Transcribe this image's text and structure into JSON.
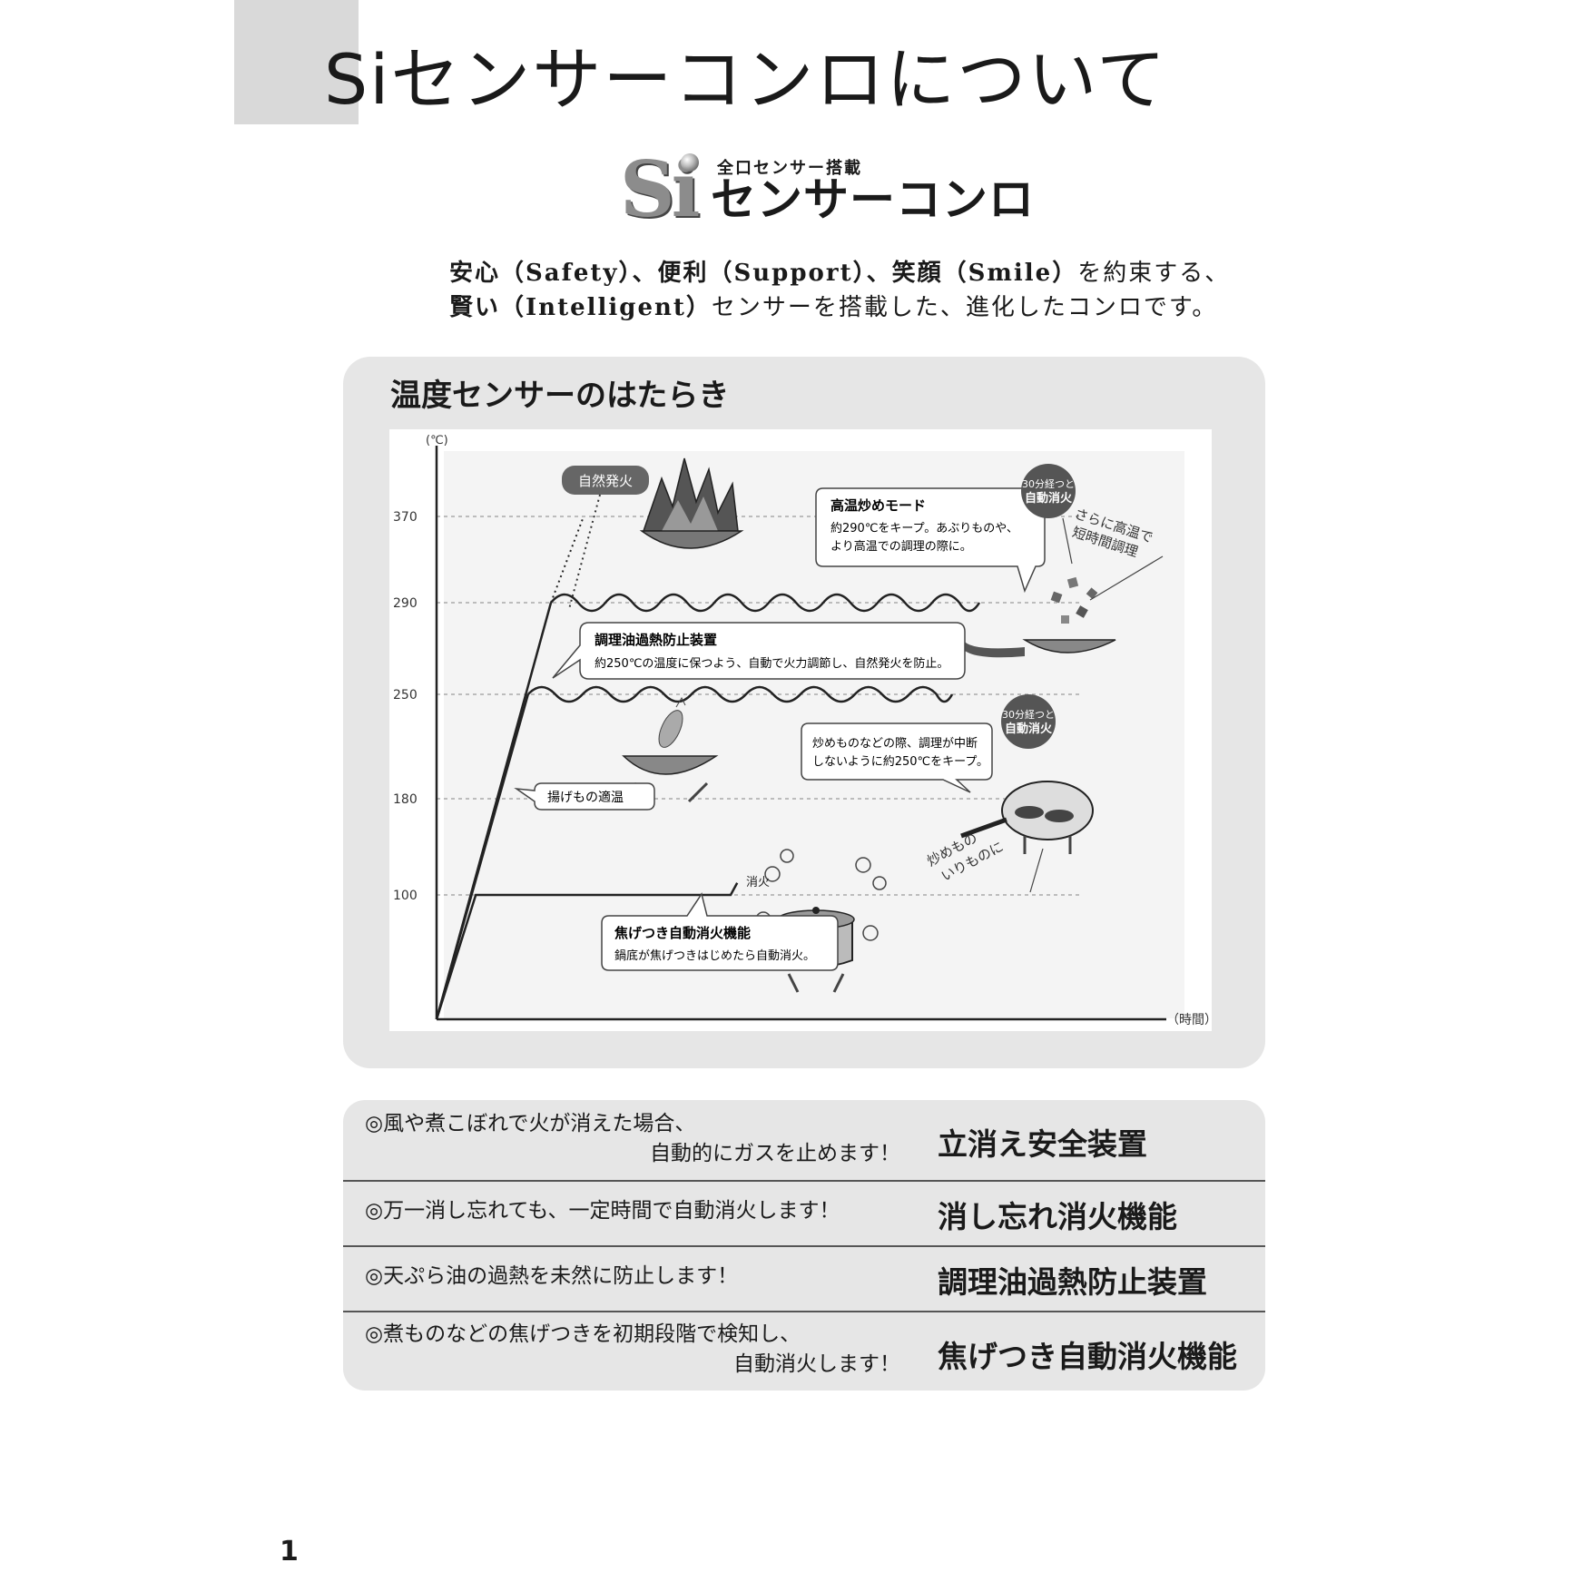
{
  "page": {
    "title": "Siセンサーコンロについて",
    "page_number": "1"
  },
  "logo": {
    "si": "Si",
    "small": "全口センサー搭載",
    "main": "センサーコンロ"
  },
  "intro": {
    "line1_parts": [
      "安心",
      "（Safety）、",
      "便利",
      "（Support）、",
      "笑顔",
      "（Smile）",
      "を約束する、"
    ],
    "line2_parts": [
      "賢い",
      "（Intelligent）",
      "センサーを搭載した、進化したコンロです。"
    ]
  },
  "sensor_section": {
    "title": "温度センサーのはたらき"
  },
  "chart_data": {
    "type": "line",
    "y_unit": "(℃)",
    "x_unit": "（時間）",
    "y_ticks": [
      370,
      290,
      250,
      180,
      100
    ],
    "y_tick_labels": [
      "370",
      "290",
      "250",
      "180",
      "100"
    ],
    "series": [
      {
        "points": [
          [
            0,
            0
          ],
          [
            1.2,
            100
          ],
          [
            9,
            100
          ],
          [
            9.2,
            110
          ]
        ]
      },
      {
        "points": [
          [
            0,
            0
          ],
          [
            3.5,
            290
          ]
        ]
      },
      {
        "points": [
          [
            0,
            0
          ],
          [
            2.8,
            250
          ]
        ]
      },
      {
        "points": [
          [
            3.5,
            290
          ],
          [
            4.5,
            370
          ]
        ]
      }
    ],
    "labels": {
      "ignition": "自然発火",
      "high_mode_title": "高温炒めモード",
      "high_mode_text1": "約290℃をキープ。あぶりものや、",
      "high_mode_text2": "より高温での調理の際に。",
      "badge1_line1": "30分経つと",
      "badge1_line2": "自動消火",
      "aside_hot_1": "さらに高温で",
      "aside_hot_2": "短時間調理",
      "oil_title": "調理油過熱防止装置",
      "oil_text": "約250℃の温度に保つよう、自動で火力調節し、自然発火を防止。",
      "fry_label": "揚げもの適温",
      "stirfry_text1": "炒めものなどの際、調理が中断",
      "stirfry_text2": "しないように約250℃をキープ。",
      "badge2_line1": "30分経つと",
      "badge2_line2": "自動消火",
      "aside_stir_1": "炒めもの",
      "aside_stir_2": "いりものに",
      "extinguish": "消火",
      "scorch_title": "焦げつき自動消火機能",
      "scorch_text": "鍋底が焦げつきはじめたら自動消火。"
    }
  },
  "features": [
    {
      "desc_line1": "◎風や煮こぼれで火が消えた場合、",
      "desc_line2": "自動的にガスを止めます！",
      "name": "立消え安全装置"
    },
    {
      "desc_line1": "◎万一消し忘れても、一定時間で自動消火します！",
      "desc_line2": "",
      "name": "消し忘れ消火機能"
    },
    {
      "desc_line1": "◎天ぷら油の過熱を未然に防止します！",
      "desc_line2": "",
      "name": "調理油過熱防止装置"
    },
    {
      "desc_line1": "◎煮ものなどの焦げつきを初期段階で検知し、",
      "desc_line2": "自動消火します！",
      "name": "焦げつき自動消火機能"
    }
  ]
}
